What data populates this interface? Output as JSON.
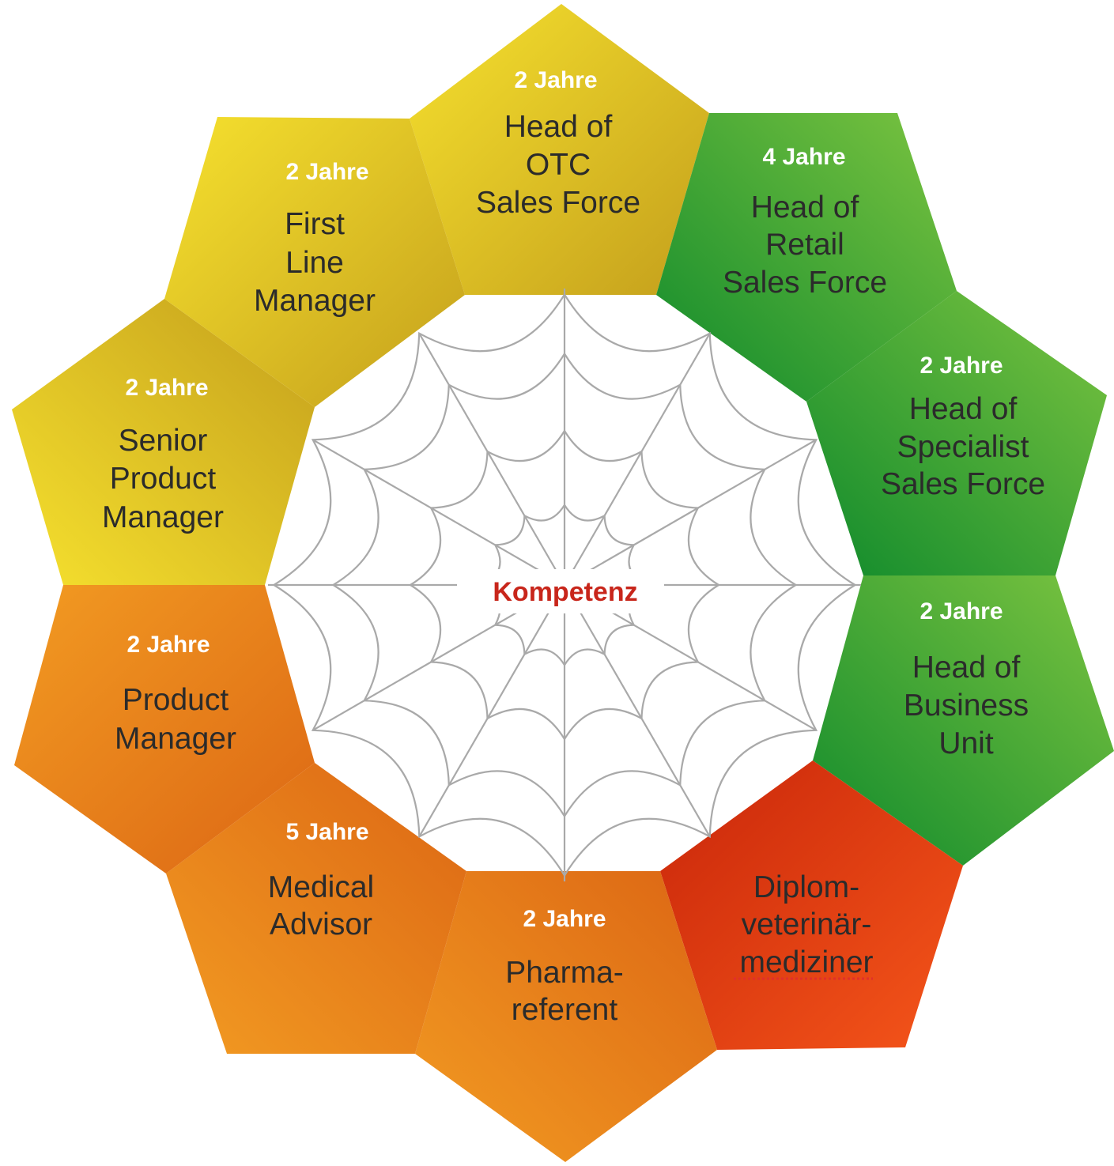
{
  "colors": {
    "yellow_light": "#f6e12e",
    "yellow_dark": "#c49f1c",
    "green_light": "#7cc440",
    "green_dark": "#0f8a2c",
    "orange_light": "#f29b22",
    "orange_dark": "#dc6614",
    "red_light": "#f5561a",
    "red_dark": "#c9260a",
    "center_text": "#c8261b",
    "spellcheck": "#e0302a"
  },
  "center": {
    "label": "Kompetenz"
  },
  "segments": [
    {
      "id": "otc",
      "years": "2 Jahre",
      "lines": [
        "Head of",
        "OTC",
        "Sales Force"
      ],
      "color": "yellow"
    },
    {
      "id": "retail",
      "years": "4 Jahre",
      "lines": [
        "Head of",
        "Retail",
        "Sales Force"
      ],
      "color": "green"
    },
    {
      "id": "specialist",
      "years": "2 Jahre",
      "lines": [
        "Head of",
        "Specialist",
        "Sales Force"
      ],
      "color": "green"
    },
    {
      "id": "business",
      "years": "2 Jahre",
      "lines": [
        "Head of",
        "Business",
        "Unit"
      ],
      "color": "green"
    },
    {
      "id": "diplom",
      "years": "",
      "lines": [
        "Diplom-",
        "veterinär-",
        "mediziner"
      ],
      "color": "red"
    },
    {
      "id": "pharma",
      "years": "2 Jahre",
      "lines": [
        "Pharma-",
        "referent"
      ],
      "color": "orange"
    },
    {
      "id": "medical",
      "years": "5 Jahre",
      "lines": [
        "Medical",
        "Advisor"
      ],
      "color": "orange"
    },
    {
      "id": "product",
      "years": "2 Jahre",
      "lines": [
        "Product",
        "Manager"
      ],
      "color": "orange"
    },
    {
      "id": "senior",
      "years": "2 Jahre",
      "lines": [
        "Senior",
        "Product",
        "Manager"
      ],
      "color": "yellow"
    },
    {
      "id": "firstline",
      "years": "2 Jahre",
      "lines": [
        "First",
        "Line",
        "Manager"
      ],
      "color": "yellow"
    }
  ]
}
